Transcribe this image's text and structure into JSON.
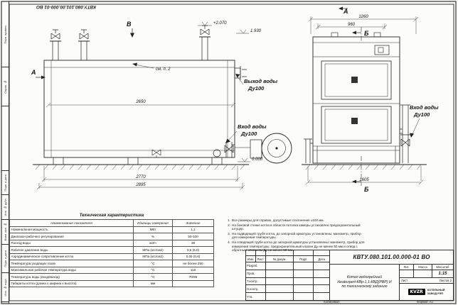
{
  "sheet": {
    "doc_code_top": "КВТУ.080.101.00.000-01 ВО",
    "bottom": {
      "copied": "Копировал",
      "format": "Формат А3"
    },
    "left_margin_labels": [
      "Перв. примен.",
      "Справ. №",
      "",
      "Подп. и дата",
      "Инв. № дубл.",
      "Взам. инв. №",
      "Подп. и дата",
      "Инв. № подл."
    ]
  },
  "drawing": {
    "markers": {
      "view_b": "В",
      "section_a_left": "А",
      "section_a_top": "А",
      "section_b_top": "Б",
      "section_b_bottom": "Б"
    },
    "levels": {
      "top": "+2.070",
      "outlet": "1.930",
      "zero": "0.000"
    },
    "note_ref": "см. п. 2",
    "dims": {
      "inner_length": "2650",
      "length": "2770",
      "full_length": "2895",
      "width_full": "1260",
      "width_door": "960",
      "depth": "1605"
    },
    "labels": {
      "water_outlet": {
        "line1": "Выход воды",
        "line2": "Ду100"
      },
      "water_inlet_side": {
        "line1": "Вход воды",
        "line2": "Ду100"
      },
      "water_inlet_front": {
        "line1": "Вход воды",
        "line2": "Ду100"
      }
    }
  },
  "tech_table": {
    "title": "Техническая характеристика",
    "headers": [
      "Наименование показателя",
      "Единицы измерения",
      "Значение"
    ],
    "rows": [
      [
        "Номинальная мощность",
        "МВт",
        "1,1"
      ],
      [
        "Диапазон рабочего регулирования",
        "%",
        "50-100"
      ],
      [
        "Расход воды",
        "м3/ч",
        "38"
      ],
      [
        "Рабочее давление воды",
        "МПа (кгс/см2)",
        "0,6 (6,0)"
      ],
      [
        "Аэродинамическое сопротивление котла",
        "МПа (кгс/см2)",
        "0,06 (0,6)"
      ],
      [
        "Температура уходящих газов",
        "°С",
        "не более 250"
      ],
      [
        "Максимальная рабочая температура воды",
        "°С",
        "115"
      ],
      [
        "Температура воды (вход/выход)",
        "°С",
        "70/95"
      ],
      [
        "Габариты котла (длина х ширина х высота)",
        "мм",
        ""
      ]
    ]
  },
  "notes": {
    "items": [
      "Все размеры для справок, допустимые отклонения ±100 мм.",
      "На боковой стенке котла в области потолка камеры установлен предохранительный штуцер.",
      "На подводящей трубе котла, до запорной арматуры установлены: манометр, прибор для измерения температуры.",
      "На отводящей трубе котла до запорной арматуры установлены: манометр, прибор для измерения температуры, предохранительный клапан Ду не менее 50 мм и отвод с обратным клапаном Ду не менее 50 мм."
    ]
  },
  "title_block": {
    "code": "КВТУ.080.101.00.000-01 ВО",
    "product": [
      "Котел водогрейный",
      "Heatexpert-КВр-1,1-КВД(РВР) И",
      "по техническому заданию"
    ],
    "columns": [
      "Изм.",
      "Лист",
      "№ докум.",
      "Подп.",
      "Дата"
    ],
    "roles": [
      "Разраб.",
      "Пров.",
      "Т.контр.",
      "Н.контр.",
      "Утв."
    ],
    "lit_label": "Лит.",
    "mass_label": "Масса",
    "scale_label": "Масштаб",
    "scale": "1:15",
    "sheet_label": "Лист",
    "sheets_label": "Листов",
    "sheets_total": "2",
    "company": {
      "logo": "KVZR",
      "name_line1": "КОТЕЛЬНЫЙ",
      "name_line2": "ЗАВОД РЭП"
    }
  }
}
